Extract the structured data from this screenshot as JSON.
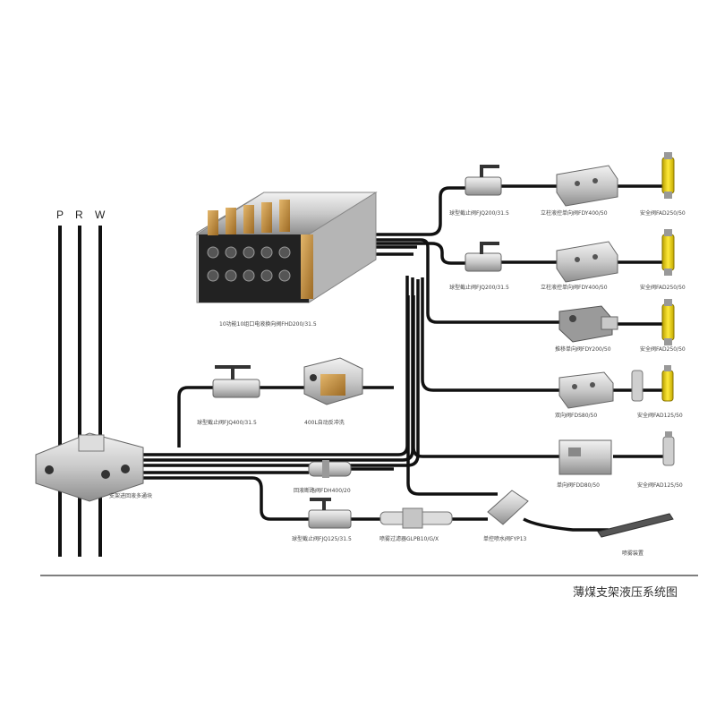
{
  "buses": [
    "P",
    "R",
    "W"
  ],
  "title": "薄煤支架液压系统图",
  "components": {
    "main_valve": "10功能10组口电液换向阀FHD200/31.5",
    "ball_top1": "球型截止阀FJQ200/31.5",
    "ball_top2": "球型截止阀FJQ200/31.5",
    "check_top1": "立柱液控单向阀FDY400/50",
    "check_top2": "立柱液控单向阀FDY400/50",
    "check_mid": "推移单向阀FDY200/50",
    "safety1": "安全阀FAD250/50",
    "safety2": "安全阀FAD250/50",
    "safety3": "安全阀FAD250/50",
    "dual_check": "双向阀FDS80/50",
    "safety4": "安全阀FAD125/50",
    "single_check": "单向阀FDD80/50",
    "safety5": "安全阀FAD125/50",
    "ball_left": "球型截止阀FJQ400/31.5",
    "auto_flush": "400L自动反冲洗",
    "manifold": "支架进回液多通块",
    "return_check": "回液断路阀FDH400/20",
    "ball_bottom": "球型截止阀FJQ125/31.5",
    "filter": "喷雾过滤器GLPB10/G/X",
    "spray_valve": "单控喷水阀FYP13",
    "nozzle": "喷雾装置"
  }
}
